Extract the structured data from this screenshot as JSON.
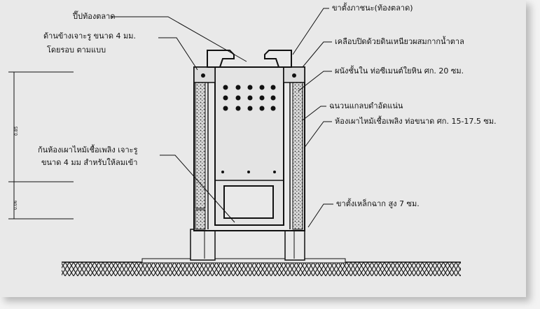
{
  "labels": {
    "top_bucket": "ปี๊ปท้องตลาด",
    "side_holes_l1": "ด้านข้างเจาะรู ขนาด 4 มม.",
    "side_holes_l2": "โดยรอบ ตามแบบ",
    "pot_rest": "ขาตั้งภาชนะ(ท้องตลาด)",
    "clay_coat": "เคลือบปิดด้วยดินเหนียวผสมกากน้ำตาล",
    "inner_wall": "ผนังชั้นใน ท่อซีเมนต์ใยหิน ศก. 20 ซม.",
    "insulation": "ฉนวนแกลบดำอัดแน่น",
    "fuel_chamber": "ห้องเผาไหม้เชื้อเพลิง ท่อขนาด ศก. 15-17.5 ซม.",
    "bottom_l1": "ก้นห้องเผาไหม้เชื้อเพลิง เจาะรู",
    "bottom_l2": "ขนาด 4 มม สำหรับให้ลมเข้า",
    "legs": "ขาตั้งเหล็กฉาก สูง 7 ซม."
  },
  "dimensions": {
    "upper": "0.85",
    "lower": "0.06"
  }
}
